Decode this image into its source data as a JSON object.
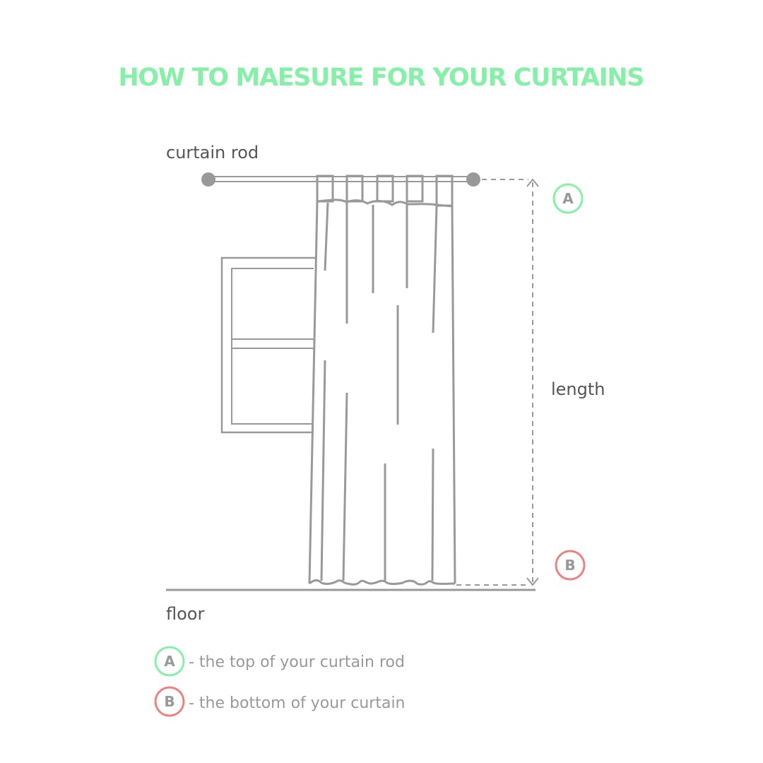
{
  "title": "HOW TO MAESURE FOR YOUR CURTAINS",
  "labels": {
    "rod": "curtain rod",
    "length": "length",
    "floor": "floor"
  },
  "markers": {
    "a": "A",
    "b": "B"
  },
  "legend": [
    {
      "marker": "A",
      "text": "- the top of your curtain rod"
    },
    {
      "marker": "B",
      "text": "- the bottom of your curtain"
    }
  ],
  "colors": {
    "title": "#86f0a8",
    "a": "#86f0a8",
    "b": "#f08080",
    "line": "#999999"
  }
}
